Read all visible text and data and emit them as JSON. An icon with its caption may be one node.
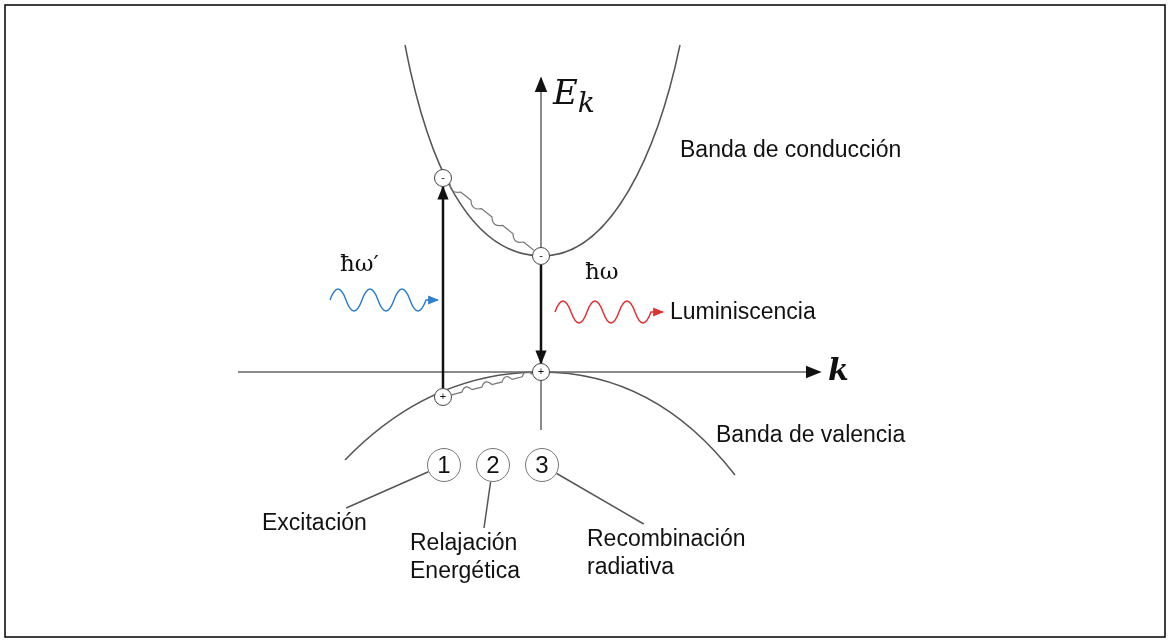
{
  "diagram": {
    "nodes": [
      {
        "text": [
          "-"
        ]
      },
      {
        "text": [
          "-"
        ]
      },
      {
        "text": [
          "+"
        ]
      },
      {
        "text": [
          "+"
        ]
      },
      {
        "text": [
          "1"
        ]
      },
      {
        "text": [
          "2"
        ]
      },
      {
        "text": [
          "3"
        ]
      },
      {
        "text": [
          "Excitación"
        ]
      },
      {
        "text": [
          "Relajación Energética"
        ]
      },
      {
        "text": [
          "Recombinación radiativa"
        ]
      }
    ],
    "edges": [
      {
        "from": 3,
        "to": 0,
        "arrow": "to"
      },
      {
        "from": 1,
        "to": 2,
        "arrow": "to"
      },
      {
        "from": 0,
        "to": 1,
        "arrow": "none"
      },
      {
        "from": 3,
        "to": 2,
        "arrow": "none"
      },
      {
        "from": 7,
        "to": 4,
        "arrow": "none"
      },
      {
        "from": 8,
        "to": 5,
        "arrow": "none"
      },
      {
        "from": 9,
        "to": 6,
        "arrow": "none"
      }
    ],
    "labels": [
      "E$_{k}$",
      "Banda de conducción",
      "ħω′",
      "ħω",
      "Luminiscencia",
      "k",
      "Banda de valencia"
    ]
  }
}
